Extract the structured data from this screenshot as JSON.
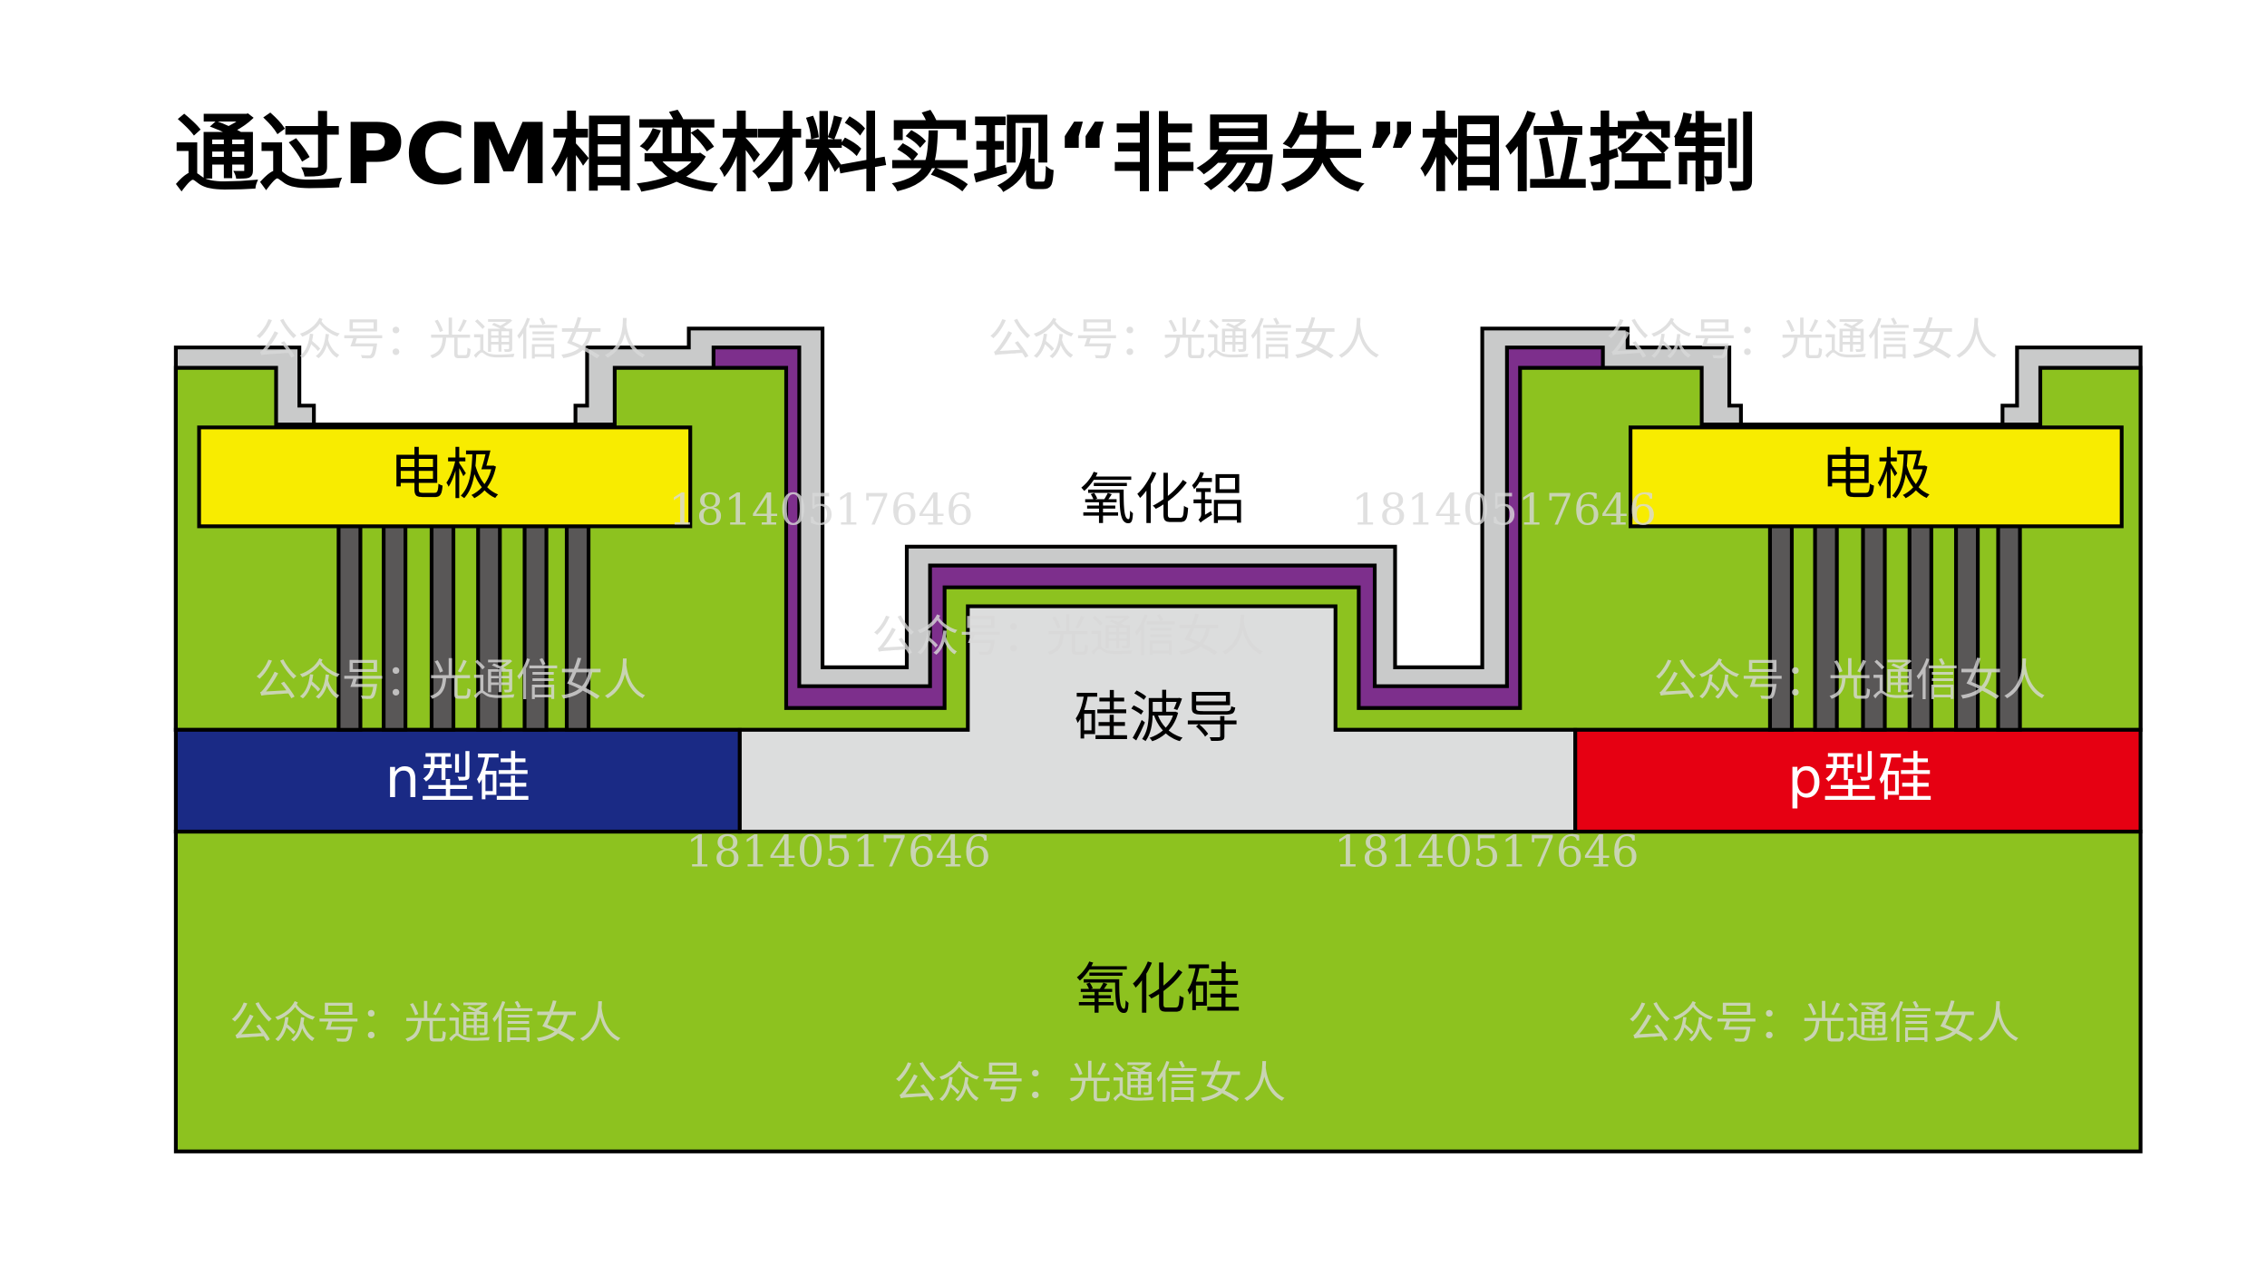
{
  "title": "通过PCM相变材料实现“非易失”相位控制",
  "labels": {
    "electrode_left": "电极",
    "electrode_right": "电极",
    "alumina": "氧化铝",
    "si_waveguide": "硅波导",
    "n_si": "n型硅",
    "p_si": "p型硅",
    "silica": "氧化硅"
  },
  "watermark": {
    "account": "公众号：光通信女人",
    "phone": "18140517646"
  },
  "colors": {
    "cladding_green": "#8DC21F",
    "alumina_gray": "#C9CACA",
    "pcm_purple": "#7D2F8C",
    "electrode_yellow": "#F8EC00",
    "via_gray": "#595757",
    "waveguide_gray": "#DCDDDD",
    "n_si_blue": "#1A2A85",
    "p_si_red": "#E60012"
  }
}
